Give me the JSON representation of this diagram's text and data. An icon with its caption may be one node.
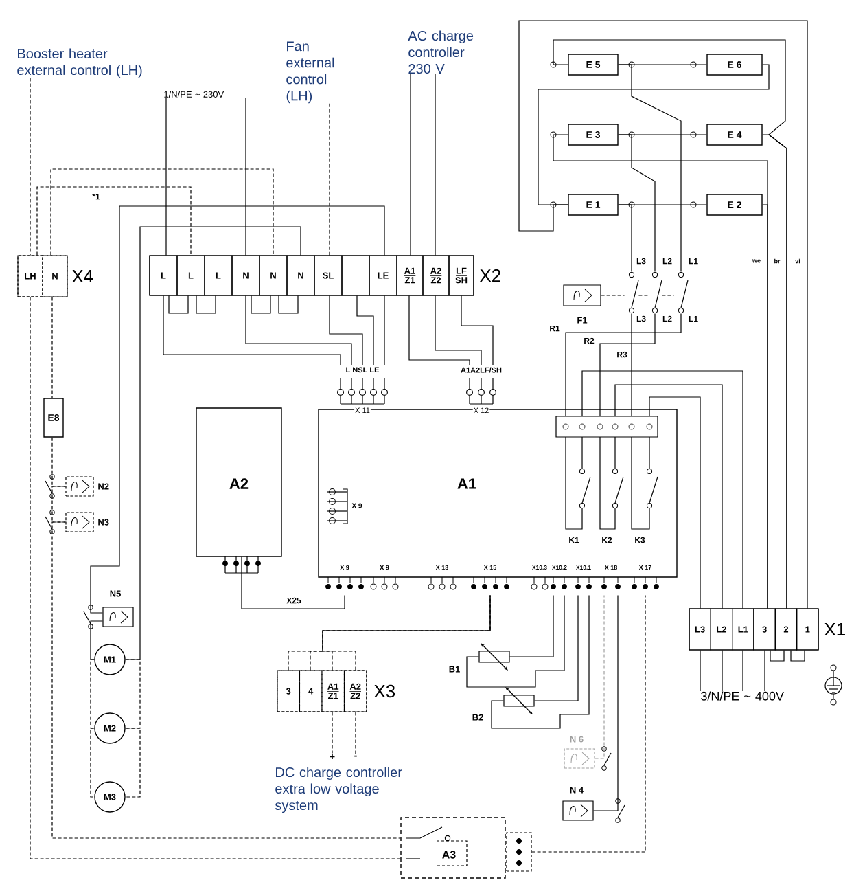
{
  "diagram": {
    "nodes": [
      {
        "text": [
          "Booster heater external control (LH)"
        ]
      },
      {
        "text": [
          "1/N/PE ~ 230V"
        ]
      },
      {
        "text": [
          "Fan external control (LH)"
        ]
      },
      {
        "text": [
          "AC charge controller 230 V"
        ]
      },
      {
        "text": [
          "X4"
        ]
      },
      {
        "text": [
          "LH"
        ],
        "in": 4
      },
      {
        "text": [
          "N"
        ],
        "in": 4
      },
      {
        "text": [
          "X2"
        ]
      },
      {
        "text": [
          "L"
        ],
        "in": 7
      },
      {
        "text": [
          "L"
        ],
        "in": 7
      },
      {
        "text": [
          "L"
        ],
        "in": 7
      },
      {
        "text": [
          "N"
        ],
        "in": 7
      },
      {
        "text": [
          "N"
        ],
        "in": 7
      },
      {
        "text": [
          "N"
        ],
        "in": 7
      },
      {
        "text": [
          "SL"
        ],
        "in": 7
      },
      {
        "text": [],
        "shape": "box",
        "in": 7
      },
      {
        "text": [
          "LE"
        ],
        "in": 7
      },
      {
        "text": [
          "A1",
          "Z1"
        ],
        "in": 7
      },
      {
        "text": [
          "A2",
          "Z2"
        ],
        "in": 7
      },
      {
        "text": [
          "LF",
          "SH"
        ],
        "in": 7
      },
      {
        "text": [
          "L NSL LE",
          "X 11"
        ]
      },
      {
        "text": [
          "A1A2LF/SH",
          "X 12"
        ]
      },
      {
        "text": [
          "E 5"
        ]
      },
      {
        "text": [
          "E 6"
        ]
      },
      {
        "text": [
          "E 3"
        ]
      },
      {
        "text": [
          "E 4"
        ]
      },
      {
        "text": [
          "E 1"
        ]
      },
      {
        "text": [
          "E 2"
        ]
      },
      {
        "text": [
          "A2"
        ]
      },
      {
        "text": [
          "A1"
        ]
      },
      {
        "text": [
          "F1"
        ]
      },
      {
        "text": [],
        "shape": "box",
        "in": 29
      },
      {
        "text": [
          "E8"
        ]
      },
      {
        "text": [
          "N2"
        ]
      },
      {
        "text": [
          "N3"
        ]
      },
      {
        "text": [
          "N5"
        ]
      },
      {
        "text": [
          "M1"
        ]
      },
      {
        "text": [
          "M2"
        ]
      },
      {
        "text": [
          "M3"
        ]
      },
      {
        "text": [
          "X3"
        ]
      },
      {
        "text": [
          "3"
        ],
        "in": 39
      },
      {
        "text": [
          "4"
        ],
        "in": 39
      },
      {
        "text": [
          "A1",
          "Z1"
        ],
        "in": 39
      },
      {
        "text": [
          "A2",
          "Z2"
        ],
        "in": 39
      },
      {
        "text": [
          "B1"
        ]
      },
      {
        "text": [
          "B2"
        ]
      },
      {
        "text": [
          "N 6"
        ]
      },
      {
        "text": [
          "N 4"
        ]
      },
      {
        "text": [
          "A3"
        ]
      },
      {
        "text": [
          "X1"
        ]
      },
      {
        "text": [
          "L3"
        ],
        "in": 49
      },
      {
        "text": [
          "L2"
        ],
        "in": 49
      },
      {
        "text": [
          "L1"
        ],
        "in": 49
      },
      {
        "text": [
          "3"
        ],
        "in": 49
      },
      {
        "text": [
          "2"
        ],
        "in": 49
      },
      {
        "text": [
          "1"
        ],
        "in": 49
      },
      {
        "text": [
          "3/N/PE ~ 400V"
        ]
      },
      {
        "text": [
          "+"
        ]
      },
      {
        "text": [
          "-"
        ]
      },
      {
        "text": [],
        "shape": "switch"
      },
      {
        "text": [],
        "shape": "switch"
      },
      {
        "text": [],
        "shape": "switch"
      },
      {
        "text": [],
        "shape": "box"
      }
    ],
    "edges": [
      {
        "from": 0,
        "to": 5,
        "arrow": "none",
        "style": "dashed"
      },
      {
        "from": 1,
        "to": 8,
        "arrow": "none"
      },
      {
        "from": 1,
        "to": 11,
        "arrow": "none"
      },
      {
        "from": 2,
        "to": 14,
        "arrow": "none",
        "style": "dashed"
      },
      {
        "from": 3,
        "to": 17,
        "arrow": "none"
      },
      {
        "from": 3,
        "to": 18,
        "arrow": "none"
      },
      {
        "from": 5,
        "to": 9,
        "arrow": "none",
        "style": "dashed",
        "label": "*1"
      },
      {
        "from": 6,
        "to": 12,
        "arrow": "none",
        "style": "dashed"
      },
      {
        "from": 16,
        "to": 35,
        "arrow": "none"
      },
      {
        "from": 13,
        "to": 36,
        "arrow": "none"
      },
      {
        "from": 35,
        "to": 36,
        "arrow": "none"
      },
      {
        "from": 36,
        "to": 37,
        "arrow": "none",
        "style": "dashed"
      },
      {
        "from": 36,
        "to": 37,
        "arrow": "none",
        "style": "dashed"
      },
      {
        "from": 37,
        "to": 38,
        "arrow": "none",
        "style": "dashed"
      },
      {
        "from": 37,
        "to": 38,
        "arrow": "none",
        "style": "dashed"
      },
      {
        "from": 5,
        "to": 48,
        "arrow": "none",
        "style": "dashed"
      },
      {
        "from": 6,
        "to": 32,
        "arrow": "none",
        "style": "dashed"
      },
      {
        "from": 32,
        "to": 33,
        "arrow": "none",
        "style": "dashed"
      },
      {
        "from": 33,
        "to": 34,
        "arrow": "none",
        "style": "dashed"
      },
      {
        "from": 34,
        "to": 48,
        "arrow": "none",
        "style": "dashed"
      },
      {
        "from": 28,
        "to": 29,
        "arrow": "none",
        "label": "X25"
      },
      {
        "from": 40,
        "to": 29,
        "arrow": "none",
        "style": "dashed"
      },
      {
        "from": 42,
        "to": 57,
        "arrow": "none",
        "style": "dashed"
      },
      {
        "from": 43,
        "to": 58,
        "arrow": "none",
        "style": "dashed"
      },
      {
        "from": 44,
        "to": 29,
        "arrow": "none"
      },
      {
        "from": 44,
        "to": 29,
        "arrow": "none"
      },
      {
        "from": 45,
        "to": 29,
        "arrow": "none"
      },
      {
        "from": 45,
        "to": 29,
        "arrow": "none"
      },
      {
        "from": 46,
        "to": 29,
        "arrow": "none",
        "style": "dashed",
        "color": "#a0a0a0"
      },
      {
        "from": 47,
        "to": 29,
        "arrow": "none"
      },
      {
        "from": 62,
        "to": 29,
        "arrow": "none",
        "style": "dashed"
      },
      {
        "from": 22,
        "to": 23,
        "arrow": "none"
      },
      {
        "from": 24,
        "to": 25,
        "arrow": "none"
      },
      {
        "from": 26,
        "to": 27,
        "arrow": "none"
      },
      {
        "from": 22,
        "to": 61,
        "arrow": "none"
      },
      {
        "from": 24,
        "to": 60,
        "arrow": "none"
      },
      {
        "from": 26,
        "to": 59,
        "arrow": "none"
      },
      {
        "from": 31,
        "to": 50,
        "arrow": "none"
      },
      {
        "from": 31,
        "to": 51,
        "arrow": "none"
      },
      {
        "from": 31,
        "to": 52,
        "arrow": "none"
      },
      {
        "from": 27,
        "to": 53,
        "arrow": "none"
      },
      {
        "from": 24,
        "to": 53,
        "arrow": "none"
      },
      {
        "from": 25,
        "to": 54,
        "arrow": "none"
      },
      {
        "from": 22,
        "to": 54,
        "arrow": "none"
      },
      {
        "from": 23,
        "to": 26,
        "arrow": "none"
      },
      {
        "from": 26,
        "to": 55,
        "arrow": "none"
      },
      {
        "from": 50,
        "to": 56,
        "arrow": "none"
      },
      {
        "from": 51,
        "to": 56,
        "arrow": "none"
      },
      {
        "from": 52,
        "to": 56,
        "arrow": "none"
      },
      {
        "from": 8,
        "to": 20,
        "arrow": "none"
      },
      {
        "from": 11,
        "to": 20,
        "arrow": "none"
      },
      {
        "from": 14,
        "to": 20,
        "arrow": "none"
      },
      {
        "from": 15,
        "to": 20,
        "arrow": "none"
      },
      {
        "from": 16,
        "to": 20,
        "arrow": "none"
      },
      {
        "from": 17,
        "to": 21,
        "arrow": "none"
      },
      {
        "from": 18,
        "to": 21,
        "arrow": "none"
      },
      {
        "from": 19,
        "to": 21,
        "arrow": "none"
      },
      {
        "from": 53,
        "to": 56,
        "arrow": "none"
      },
      {
        "from": 41,
        "to": 29,
        "arrow": "none",
        "style": "dashed"
      },
      {
        "from": 42,
        "to": 29,
        "arrow": "none",
        "style": "dashed"
      },
      {
        "from": 43,
        "to": 29,
        "arrow": "none",
        "style": "dashed"
      },
      {
        "from": 61,
        "to": 31,
        "arrow": "none"
      },
      {
        "from": 60,
        "to": 31,
        "arrow": "none"
      },
      {
        "from": 59,
        "to": 31,
        "arrow": "none"
      },
      {
        "from": 30,
        "to": 59,
        "arrow": "none",
        "style": "dashed"
      },
      {
        "from": 59,
        "to": 60,
        "arrow": "none",
        "style": "dashed"
      },
      {
        "from": 60,
        "to": 61,
        "arrow": "none",
        "style": "dashed"
      },
      {
        "from": 8,
        "to": 9,
        "arrow": "none"
      },
      {
        "from": 9,
        "to": 10,
        "arrow": "none"
      },
      {
        "from": 11,
        "to": 12,
        "arrow": "none"
      },
      {
        "from": 12,
        "to": 13,
        "arrow": "none"
      },
      {
        "from": 53,
        "to": 54,
        "arrow": "none"
      },
      {
        "from": 54,
        "to": 55,
        "arrow": "none"
      }
    ],
    "labels": [
      "L3",
      "L2",
      "L1",
      "we",
      "br",
      "vi",
      "L3",
      "L2",
      "L1",
      "R1",
      "R2",
      "R3",
      "X 9",
      "K1",
      "K2",
      "K3",
      "X 9",
      "X 9",
      "X 13",
      "X 15",
      "X10.3",
      "X10.2",
      "X10.1",
      "X 18",
      "X 17",
      "DC charge controller extra low voltage system"
    ]
  }
}
